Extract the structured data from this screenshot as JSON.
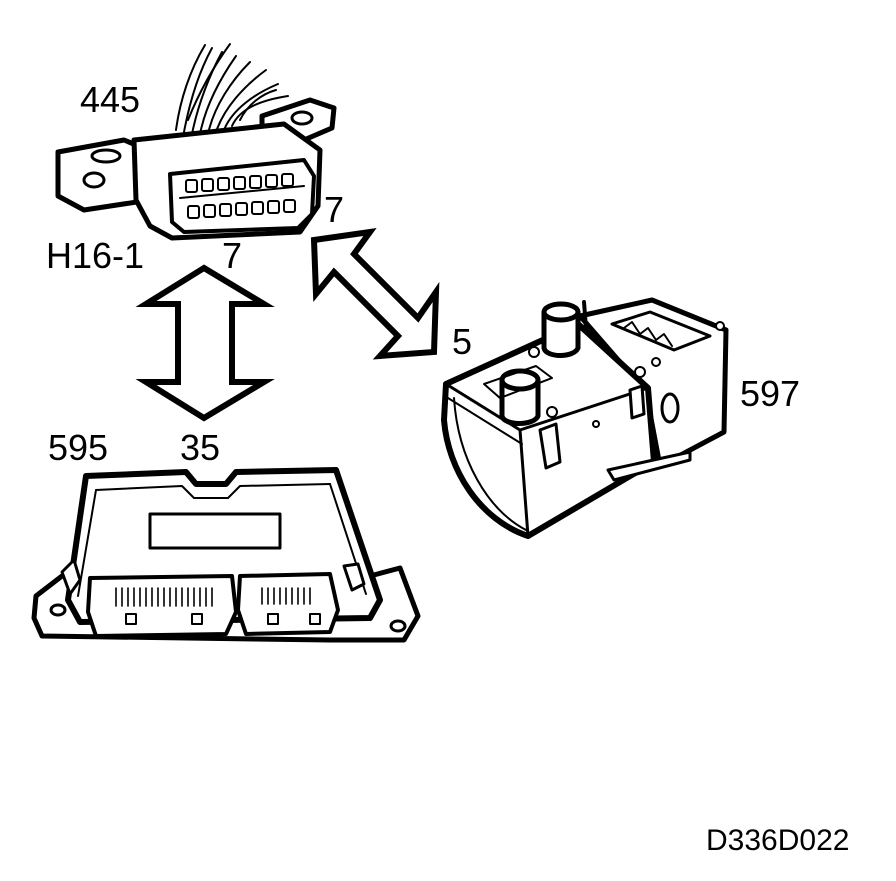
{
  "labels": {
    "connector_id": "445",
    "connector_name": "H16-1",
    "pin_ecu_side": "7",
    "pin_heater_side": "7",
    "heater_pin": "5",
    "ecu_pin": "35",
    "ecu_id": "595",
    "heater_id": "597",
    "figure_code": "D336D022"
  },
  "colors": {
    "line": "#000000",
    "fill": "#ffffff",
    "shade": "#eeeeee"
  }
}
